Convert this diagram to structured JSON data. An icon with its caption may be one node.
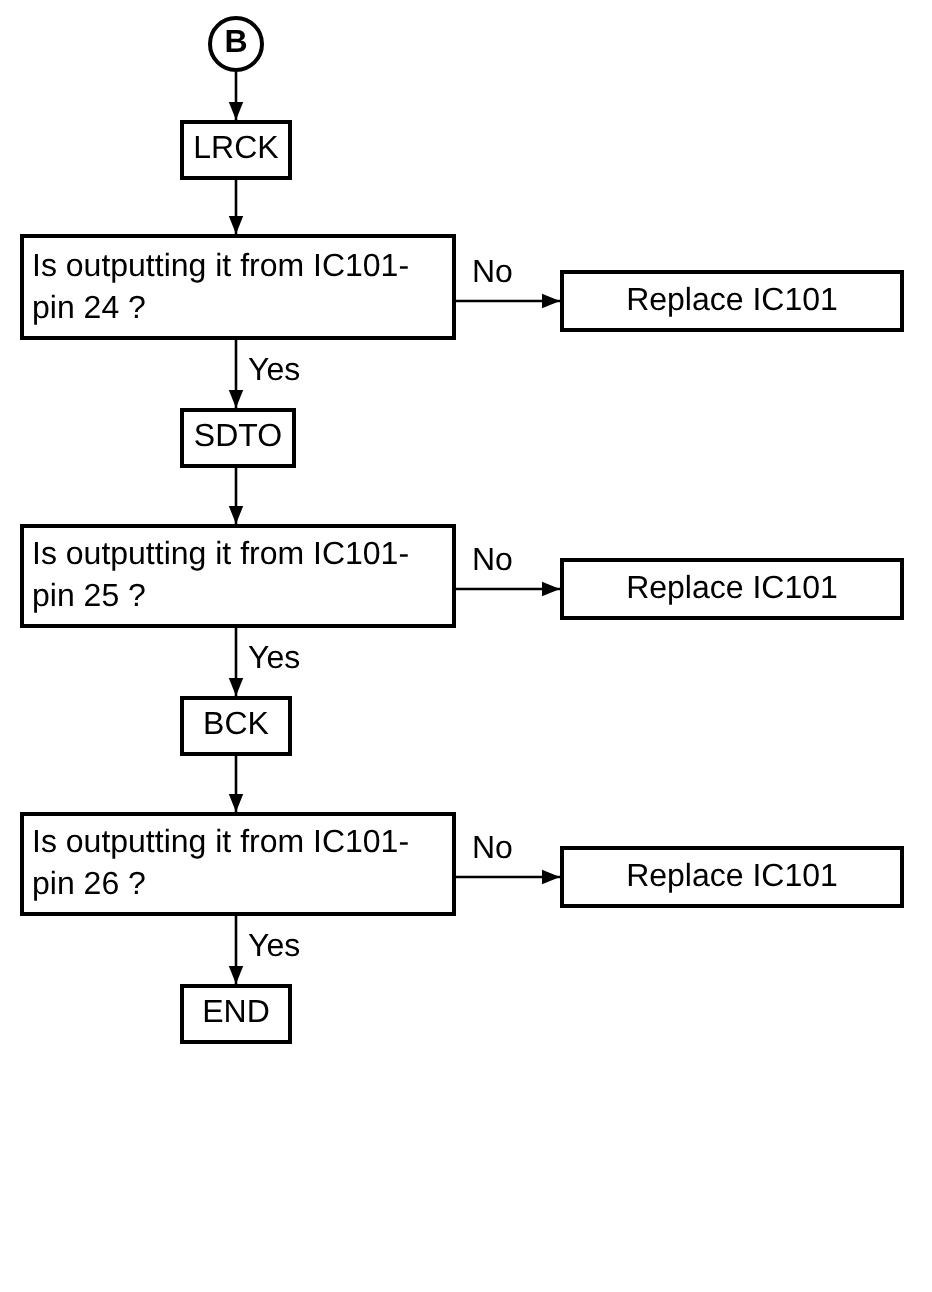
{
  "diagram": {
    "nodes": [
      {
        "text": [
          "B"
        ]
      },
      {
        "text": [
          "LRCK"
        ]
      },
      {
        "text": [
          "Is outputting it from IC101-pin 24 ?"
        ]
      },
      {
        "text": [
          "Replace IC101"
        ]
      },
      {
        "text": [
          "SDTO"
        ]
      },
      {
        "text": [
          "Is outputting it from IC101-pin 25 ?"
        ]
      },
      {
        "text": [
          "Replace IC101"
        ]
      },
      {
        "text": [
          "BCK"
        ]
      },
      {
        "text": [
          "Is outputting it from IC101-pin 26 ?"
        ]
      },
      {
        "text": [
          "Replace IC101"
        ]
      },
      {
        "text": [
          "END"
        ]
      }
    ],
    "edges": [
      {
        "from": 0,
        "to": 1,
        "arrow": "to"
      },
      {
        "from": 1,
        "to": 2,
        "arrow": "to"
      },
      {
        "from": 2,
        "to": 3,
        "label": "No",
        "arrow": "to"
      },
      {
        "from": 2,
        "to": 4,
        "label": "Yes",
        "arrow": "to"
      },
      {
        "from": 4,
        "to": 5,
        "arrow": "to"
      },
      {
        "from": 5,
        "to": 6,
        "label": "No",
        "arrow": "to"
      },
      {
        "from": 5,
        "to": 7,
        "label": "Yes",
        "arrow": "to"
      },
      {
        "from": 7,
        "to": 8,
        "arrow": "to"
      },
      {
        "from": 8,
        "to": 9,
        "label": "No",
        "arrow": "to"
      },
      {
        "from": 8,
        "to": 10,
        "label": "Yes",
        "arrow": "to"
      }
    ]
  }
}
